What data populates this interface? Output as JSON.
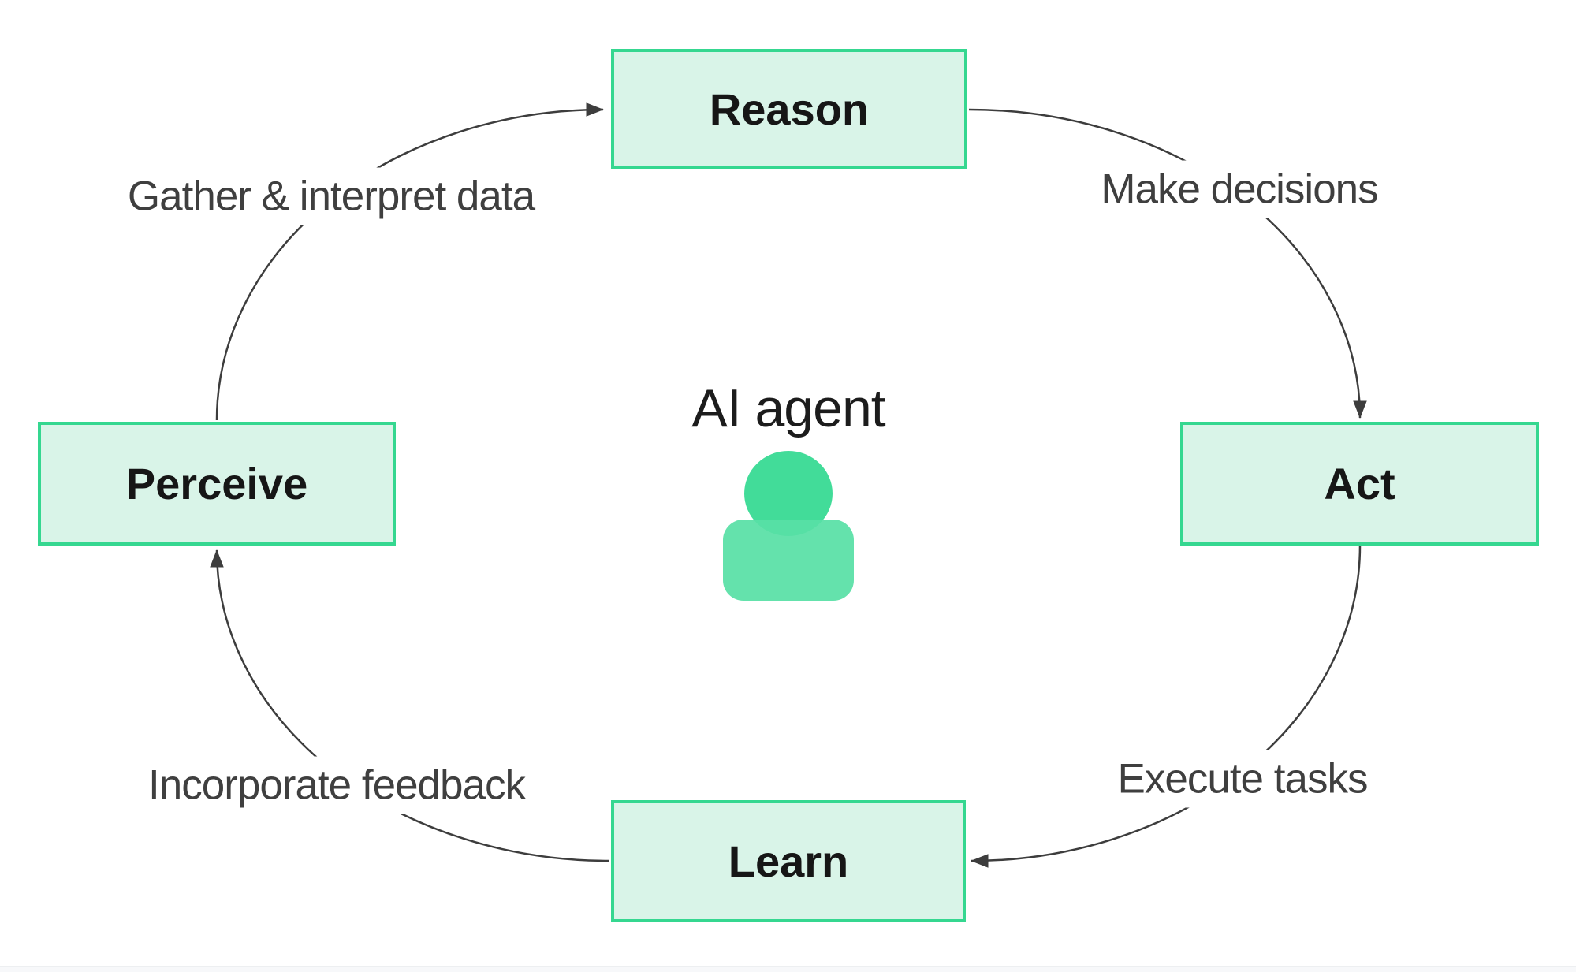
{
  "diagram": {
    "title": "AI agent",
    "nodes": [
      {
        "id": "reason",
        "label": "Reason"
      },
      {
        "id": "act",
        "label": "Act"
      },
      {
        "id": "learn",
        "label": "Learn"
      },
      {
        "id": "perceive",
        "label": "Perceive"
      }
    ],
    "edges": [
      {
        "from": "perceive",
        "to": "reason",
        "label": "Gather & interpret data"
      },
      {
        "from": "reason",
        "to": "act",
        "label": "Make decisions"
      },
      {
        "from": "act",
        "to": "learn",
        "label": "Execute tasks"
      },
      {
        "from": "learn",
        "to": "perceive",
        "label": "Incorporate feedback"
      }
    ],
    "center_icon": "person-icon",
    "colors": {
      "node_fill": "#d9f4e8",
      "node_border": "#35d790",
      "arrow": "#3d3d3d",
      "icon_head": "#42dc99",
      "icon_body": "#58e0a6",
      "node_text": "#161616",
      "edge_label_text": "#3f3f3f",
      "title_text": "#1c1c1c"
    }
  }
}
